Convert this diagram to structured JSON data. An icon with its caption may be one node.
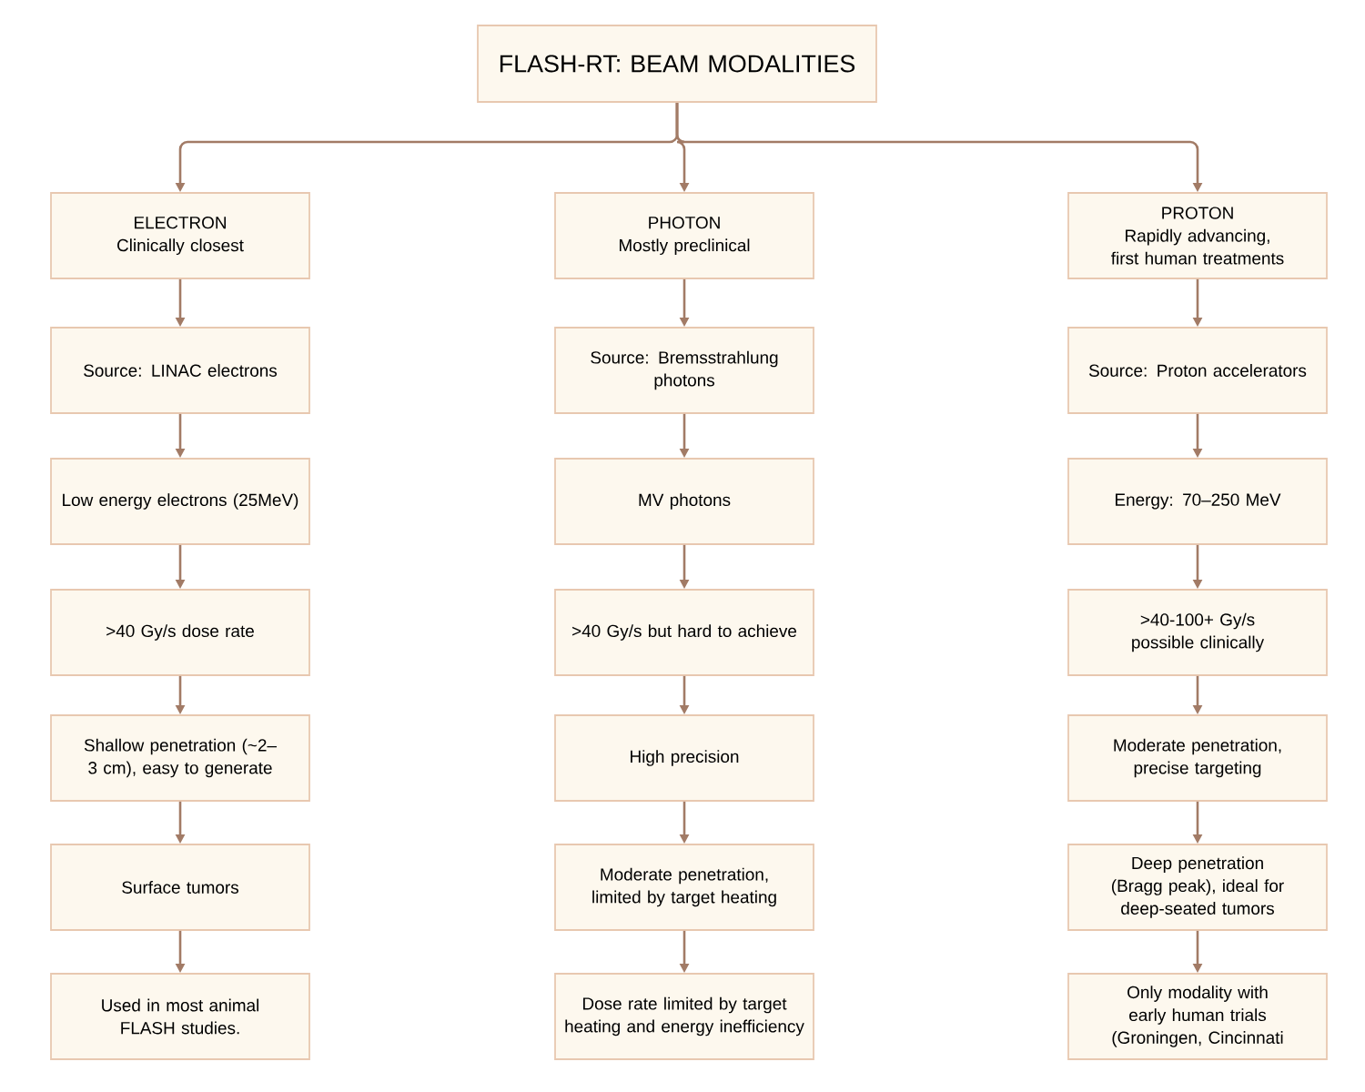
{
  "diagram": {
    "nodes": [
      {
        "text": [
          "FLASH-RT: BEAM MODALITIES"
        ]
      },
      {
        "text": [
          "ELECTRON",
          "Clinically closest"
        ]
      },
      {
        "text": [
          "Source: LINAC electrons"
        ]
      },
      {
        "text": [
          "Low energy electrons (25MeV)"
        ]
      },
      {
        "text": [
          ">40 Gy/s dose rate"
        ]
      },
      {
        "text": [
          "Shallow penetration (~2–3 cm), easy to generate"
        ]
      },
      {
        "text": [
          "Surface tumors"
        ]
      },
      {
        "text": [
          "Used in most animal FLASH studies."
        ]
      },
      {
        "text": [
          "PHOTON",
          "Mostly preclinical"
        ]
      },
      {
        "text": [
          "Source: Bremsstrahlung photons"
        ]
      },
      {
        "text": [
          "MV photons"
        ]
      },
      {
        "text": [
          ">40 Gy/s but hard to achieve"
        ]
      },
      {
        "text": [
          "High precision"
        ]
      },
      {
        "text": [
          "Moderate penetration, limited by target heating"
        ]
      },
      {
        "text": [
          "Dose rate limited by target heating and energy inefficiency"
        ]
      },
      {
        "text": [
          "PROTON",
          "Rapidly advancing, first human treatments"
        ]
      },
      {
        "text": [
          "Source: Proton accelerators"
        ]
      },
      {
        "text": [
          "Energy: 70–250 MeV"
        ]
      },
      {
        "text": [
          ">40-100+ Gy/s possible clinically"
        ]
      },
      {
        "text": [
          "Moderate penetration, precise targeting"
        ]
      },
      {
        "text": [
          "Deep penetration (Bragg peak), ideal for deep-seated tumors"
        ]
      },
      {
        "text": [
          "Only modality with early human trials (Groningen, Cincinnati"
        ]
      }
    ],
    "edges": [
      {
        "from": 0,
        "to": 1,
        "arrow": "to"
      },
      {
        "from": 0,
        "to": 8,
        "arrow": "to"
      },
      {
        "from": 0,
        "to": 15,
        "arrow": "to"
      },
      {
        "from": 1,
        "to": 2,
        "arrow": "to"
      },
      {
        "from": 2,
        "to": 3,
        "arrow": "to"
      },
      {
        "from": 3,
        "to": 4,
        "arrow": "to"
      },
      {
        "from": 4,
        "to": 5,
        "arrow": "to"
      },
      {
        "from": 5,
        "to": 6,
        "arrow": "to"
      },
      {
        "from": 6,
        "to": 7,
        "arrow": "to"
      },
      {
        "from": 8,
        "to": 9,
        "arrow": "to"
      },
      {
        "from": 9,
        "to": 10,
        "arrow": "to"
      },
      {
        "from": 10,
        "to": 11,
        "arrow": "to"
      },
      {
        "from": 11,
        "to": 12,
        "arrow": "to"
      },
      {
        "from": 12,
        "to": 13,
        "arrow": "to"
      },
      {
        "from": 13,
        "to": 14,
        "arrow": "to"
      },
      {
        "from": 15,
        "to": 16,
        "arrow": "to"
      },
      {
        "from": 16,
        "to": 17,
        "arrow": "to"
      },
      {
        "from": 17,
        "to": 18,
        "arrow": "to"
      },
      {
        "from": 18,
        "to": 19,
        "arrow": "to"
      },
      {
        "from": 19,
        "to": 20,
        "arrow": "to"
      },
      {
        "from": 20,
        "to": 21,
        "arrow": "to"
      }
    ]
  }
}
